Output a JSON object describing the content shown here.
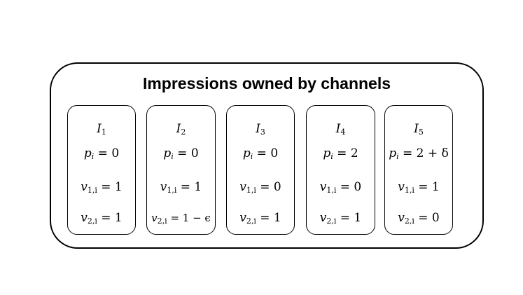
{
  "title": "Impressions owned by channels",
  "impressions": [
    {
      "name": "I",
      "index": "1",
      "p_var": "p",
      "p_sub": "i",
      "p_eq": " = 0",
      "v1_var": "v",
      "v1_sub": "1,i",
      "v1_eq": " = 1",
      "v2_var": "v",
      "v2_sub": "2,i",
      "v2_eq": " = 1"
    },
    {
      "name": "I",
      "index": "2",
      "p_var": "p",
      "p_sub": "i",
      "p_eq": " = 0",
      "v1_var": "v",
      "v1_sub": "1,i",
      "v1_eq": " = 1",
      "v2_var": "v",
      "v2_sub": "2,i",
      "v2_eq": " = 1 − ϵ"
    },
    {
      "name": "I",
      "index": "3",
      "p_var": "p",
      "p_sub": "i",
      "p_eq": " = 0",
      "v1_var": "v",
      "v1_sub": "1,i",
      "v1_eq": " = 0",
      "v2_var": "v",
      "v2_sub": "2,i",
      "v2_eq": " = 1"
    },
    {
      "name": "I",
      "index": "4",
      "p_var": "p",
      "p_sub": "i",
      "p_eq": " = 2",
      "v1_var": "v",
      "v1_sub": "1,i",
      "v1_eq": " = 0",
      "v2_var": "v",
      "v2_sub": "2,i",
      "v2_eq": " = 1"
    },
    {
      "name": "I",
      "index": "5",
      "p_var": "p",
      "p_sub": "i",
      "p_eq": " = 2 + δ",
      "v1_var": "v",
      "v1_sub": "1,i",
      "v1_eq": " = 1",
      "v2_var": "v",
      "v2_sub": "2,i",
      "v2_eq": " = 0"
    }
  ]
}
